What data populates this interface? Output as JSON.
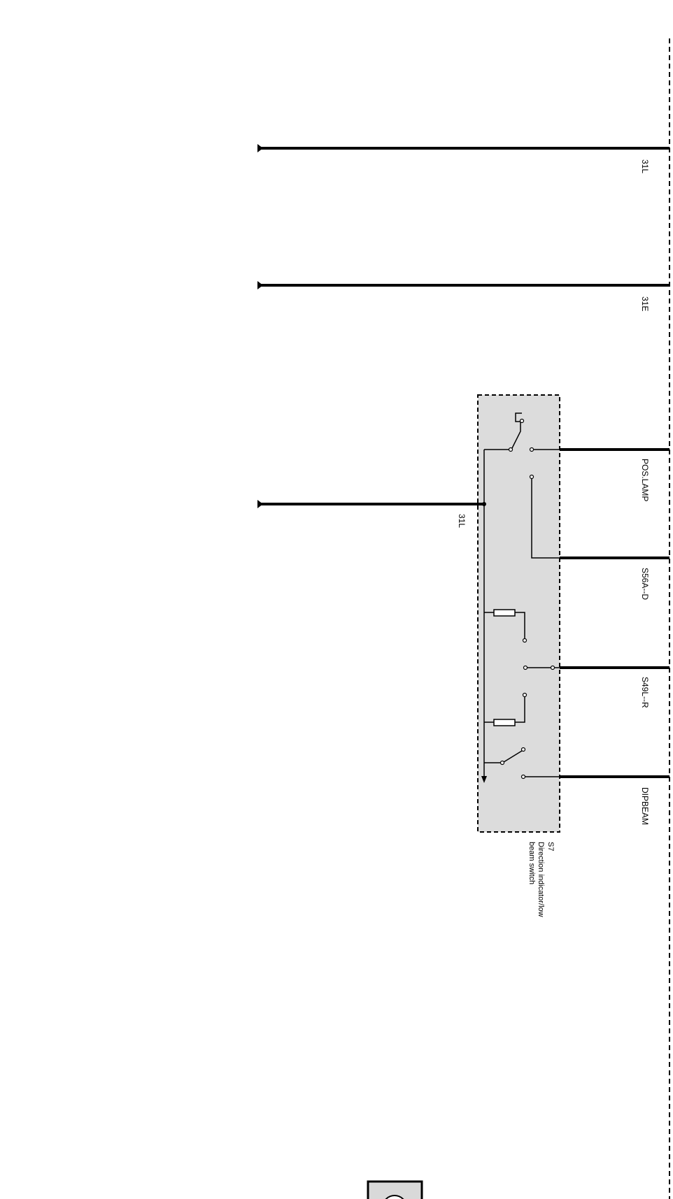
{
  "wire_labels": {
    "w31l_top": "31L",
    "w31e": "31E",
    "pos_lamp": "POS.LAMP",
    "s56a_d": "S56A--D",
    "s49l_r": "S49L--R",
    "dipbeam": "DIPBEAM",
    "w31l_switch": "31L"
  },
  "switch": {
    "code": "S7",
    "caption_line1": "Direction indicator/low",
    "caption_line2": "beam switch"
  },
  "colors": {
    "wire": "#000000",
    "switch_fill": "#dcdcdc",
    "lamp_fill": "#d9d9d9"
  }
}
